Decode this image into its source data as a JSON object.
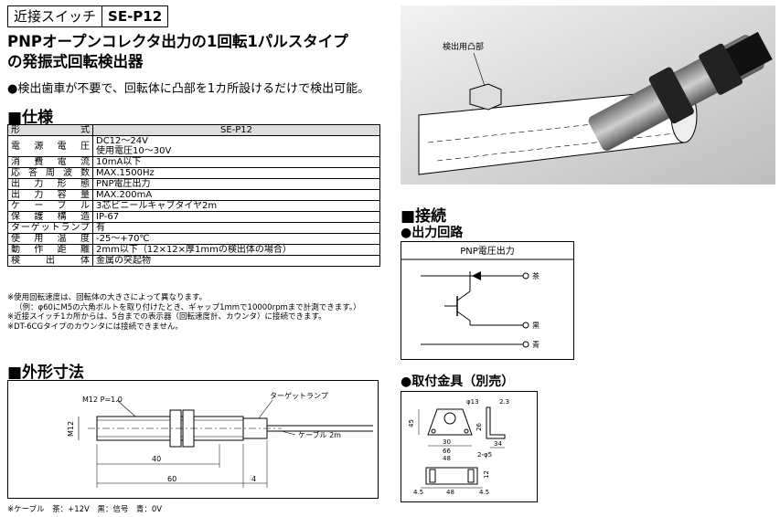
{
  "header": {
    "category": "近接スイッチ",
    "model": "SE-P12"
  },
  "headline": [
    "PNPオープンコレクタ出力の1回転1パルスタイプ",
    "の発振式回転検出器"
  ],
  "feature": "●検出歯車が不要で、回転体に凸部を1カ所設けるだけで検出可能。",
  "spec_section": "■仕様",
  "spec_table": {
    "header_key": "形　　式",
    "header_val": "SE-P12",
    "rows": [
      {
        "k": "電源電圧",
        "v": "DC12〜24V",
        "v2": "使用電圧10〜30V"
      },
      {
        "k": "消費電流",
        "v": "10mA以下"
      },
      {
        "k": "応答周波数",
        "v": "MAX.1500Hz"
      },
      {
        "k": "出力形態",
        "v": "PNP電圧出力"
      },
      {
        "k": "出力容量",
        "v": "MAX.200mA"
      },
      {
        "k": "ケーブル",
        "v": "3芯ビニールキャブタイヤ2m"
      },
      {
        "k": "保護構造",
        "v": "IP-67"
      },
      {
        "k": "ターゲットランプ",
        "v": "有"
      },
      {
        "k": "使用温度",
        "v": "-25〜+70℃"
      },
      {
        "k": "動作距離",
        "v": "2mm以下（12×12×厚1mmの検出体の場合）"
      },
      {
        "k": "検出体",
        "v": "金属の突起物"
      }
    ]
  },
  "notes": [
    "※使用回転速度は、回転体の大きさによって異なります。",
    "（例：φ60にM5の六角ボルトを取り付けたとき、ギャップ1mmで10000rpmまで計測できます。）",
    "※近接スイッチ1カ所からは、5台までの表示器（回転速度計、カウンタ）に接続できます。",
    "※DT-6CGタイプのカウンタには接続できません。"
  ],
  "dim_section": "■外形寸法",
  "dimensions": {
    "thread": "M12 P=1.0",
    "lamp": "ターゲットランプ",
    "cable": "ケーブル 2m",
    "dia": "M12",
    "d40": "40",
    "d60": "60",
    "d4": "4"
  },
  "cable_note": "※ケーブル　茶：+12V　黒：信号　青：0V",
  "photo": {
    "label": "検出用凸部"
  },
  "connect_section": "■接続",
  "circuit": {
    "title": "●出力回路",
    "box_title": "PNP電圧出力",
    "terminals": [
      "茶",
      "黒",
      "青"
    ]
  },
  "bracket": {
    "title": "●取付金具（別売）",
    "dims": [
      "φ13",
      "2.3",
      "45",
      "26",
      "30",
      "66",
      "48",
      "34",
      "2-φ5",
      "4.5",
      "48",
      "4.5",
      "12"
    ]
  }
}
